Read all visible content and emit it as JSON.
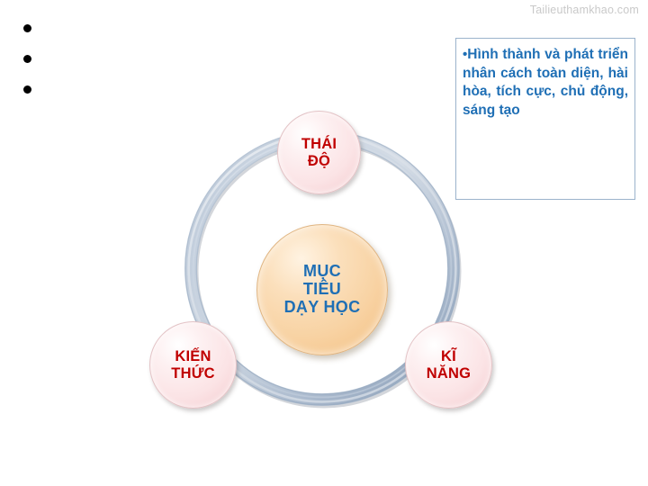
{
  "slide": {
    "watermark": "Tailieuthamkhao.com",
    "background_color": "#ffffff"
  },
  "bullets": {
    "items": [
      {
        "text": ""
      },
      {
        "text": ""
      },
      {
        "text": ""
      }
    ]
  },
  "callout": {
    "text": "Hình thành và phát triển nhân cách toàn diện, hài hòa, tích cực, chủ động, sáng tạo",
    "text_color": "#1f6fb5",
    "border_color": "#9bb3cc"
  },
  "diagram": {
    "center": {
      "label": "MỤC\nTIÊU\nDẠY HỌC",
      "fill_color": "#f8d3a4",
      "text_color": "#1f6fb5"
    },
    "ring": {
      "color_light": "#e6edf5",
      "color_mid": "#b9c7d9",
      "color_dark": "#8ea2bb"
    },
    "nodes": [
      {
        "id": "thai-do",
        "label": "THÁI\nĐỘ",
        "fill_color": "#fbe3e5",
        "text_color": "#c00000"
      },
      {
        "id": "kien-thuc",
        "label": "KIẾN\nTHỨC",
        "fill_color": "#fbe3e5",
        "text_color": "#c00000"
      },
      {
        "id": "ki-nang",
        "label": "KĨ\nNĂNG",
        "fill_color": "#fbe3e5",
        "text_color": "#c00000"
      }
    ]
  }
}
